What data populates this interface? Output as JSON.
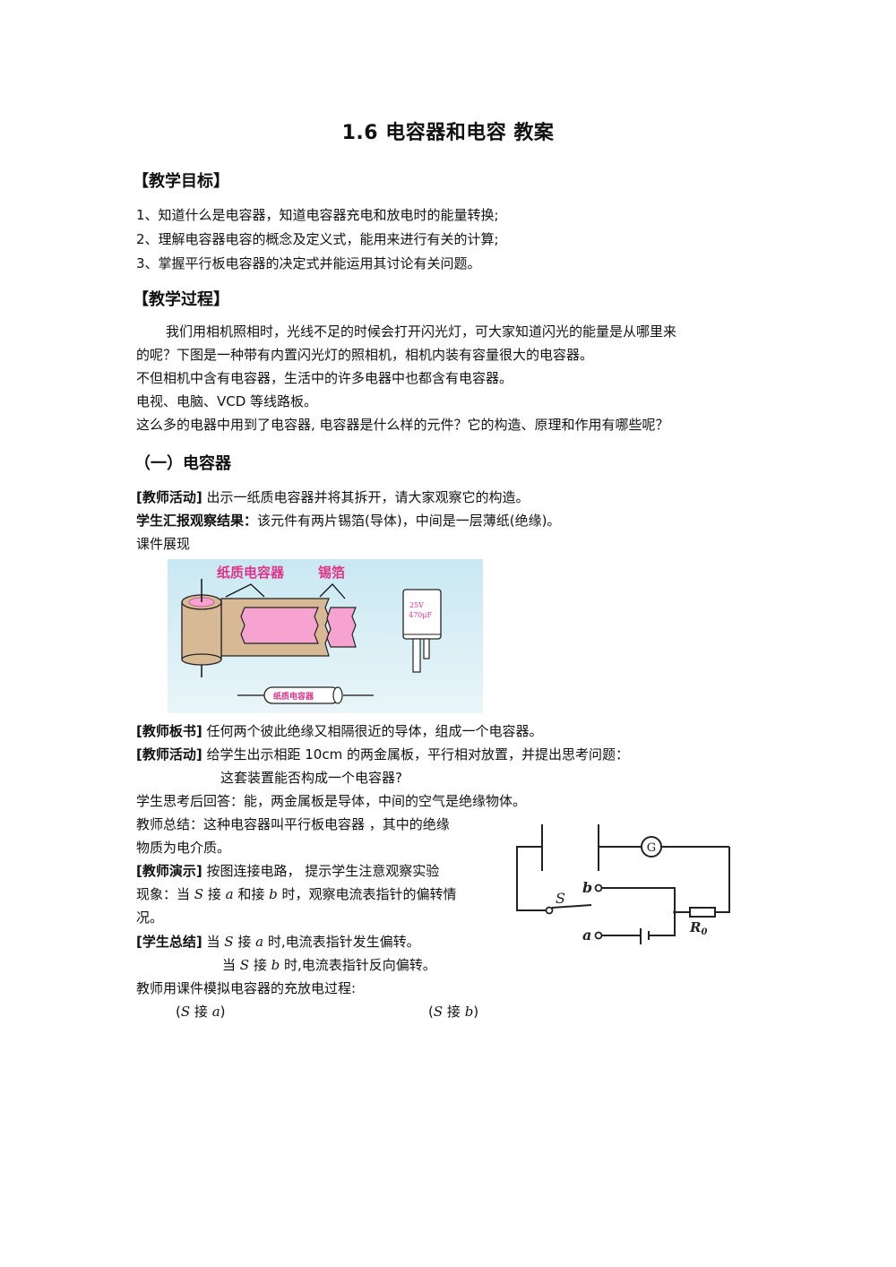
{
  "title": "1.6 电容器和电容 教案",
  "objectives": {
    "heading": "【教学目标】",
    "items": [
      "1、知道什么是电容器，知道电容器充电和放电时的能量转换;",
      "2、理解电容器电容的概念及定义式，能用来进行有关的计算;",
      "3、掌握平行板电容器的决定式并能运用其讨论有关问题。"
    ]
  },
  "process": {
    "heading": "【教学过程】",
    "intro": [
      "我们用相机照相时，光线不足的时候会打开闪光灯，可大家知道闪光的能量是从哪里来",
      "的呢？下图是一种带有内置闪光灯的照相机，相机内装有容量很大的电容器。",
      "不但相机中含有电容器，生活中的许多电器中也都含有电容器。",
      "电视、电脑、VCD 等线路板。",
      " 这么多的电器中用到了电容器, 电容器是什么样的元件？它的构造、原理和作用有哪些呢？"
    ]
  },
  "section1": {
    "heading": "（一）电容器",
    "teacher_activity_1": {
      "tag": "[教师活动]",
      "text": " 出示一纸质电容器并将其拆开，请大家观察它的构造。"
    },
    "student_report": {
      "tag": "学生汇报观察结果：",
      "text": "该元件有两片锡箔(导体)，中间是一层薄纸(绝缘)。"
    },
    "courseware": "课件展现",
    "figure": {
      "label_paper": "纸质电容器",
      "label_foil": "锡箔",
      "cap_voltage": "25V",
      "cap_capacitance": "470μF",
      "small_label": "纸质电容器",
      "bg_top": "#cfeaf3",
      "bg_bottom": "#e8f4f8",
      "tan": "#d8b996",
      "pink": "#f6a3d2",
      "label_color": "#e0338a"
    },
    "board": {
      "tag": "[教师板书]",
      "text": " 任何两个彼此绝缘又相隔很近的导体，组成一个电容器。"
    },
    "teacher_activity_2": {
      "tag": "[教师活动]",
      "text": " 给学生出示相距 10cm 的两金属板，平行相对放置，并提出思考问题：",
      "question": "这套装置能否构成一个电容器?"
    },
    "student_answer": "学生思考后回答：能，两金属板是导体，中间的空气是绝缘物体。",
    "teacher_summary_1": "教师总结：这种电容器叫平行板电容器 ，其中的绝缘",
    "teacher_summary_2": "物质为电介质。",
    "demo": {
      "tag": "[教师演示]",
      "line1": " 按图连接电路，  提示学生注意观察实验",
      "line2_pre": "现象：当 ",
      "S": "S",
      "line2_mid1": " 接 ",
      "a": "a",
      "line2_mid2": " 和接 ",
      "b": "b",
      "line2_post": " 时，观察电流表指针的偏转情",
      "line3": "况。"
    },
    "student_summary": {
      "tag": "[学生总结]",
      "l1_pre": " 当 ",
      "l1_mid": " 接 ",
      "l1_post": " 时,电流表指针发生偏转。",
      "l2_pre": "当 ",
      "l2_mid": " 接 ",
      "l2_post": " 时,电流表指针反向偏转。"
    },
    "simulation": "教师用课件模拟电容器的充放电过程:",
    "caption_a": {
      "open": "(",
      "S": "S",
      "mid": " 接 ",
      "v": "a",
      "close": ")"
    },
    "caption_b": {
      "open": "(",
      "S": "S",
      "mid": " 接 ",
      "v": "b",
      "close": ")"
    },
    "circuit": {
      "galvanometer": "G",
      "switch": "S",
      "terminal_a": "a",
      "terminal_b": "b",
      "resistor": "R",
      "resistor_sub": "0"
    }
  }
}
